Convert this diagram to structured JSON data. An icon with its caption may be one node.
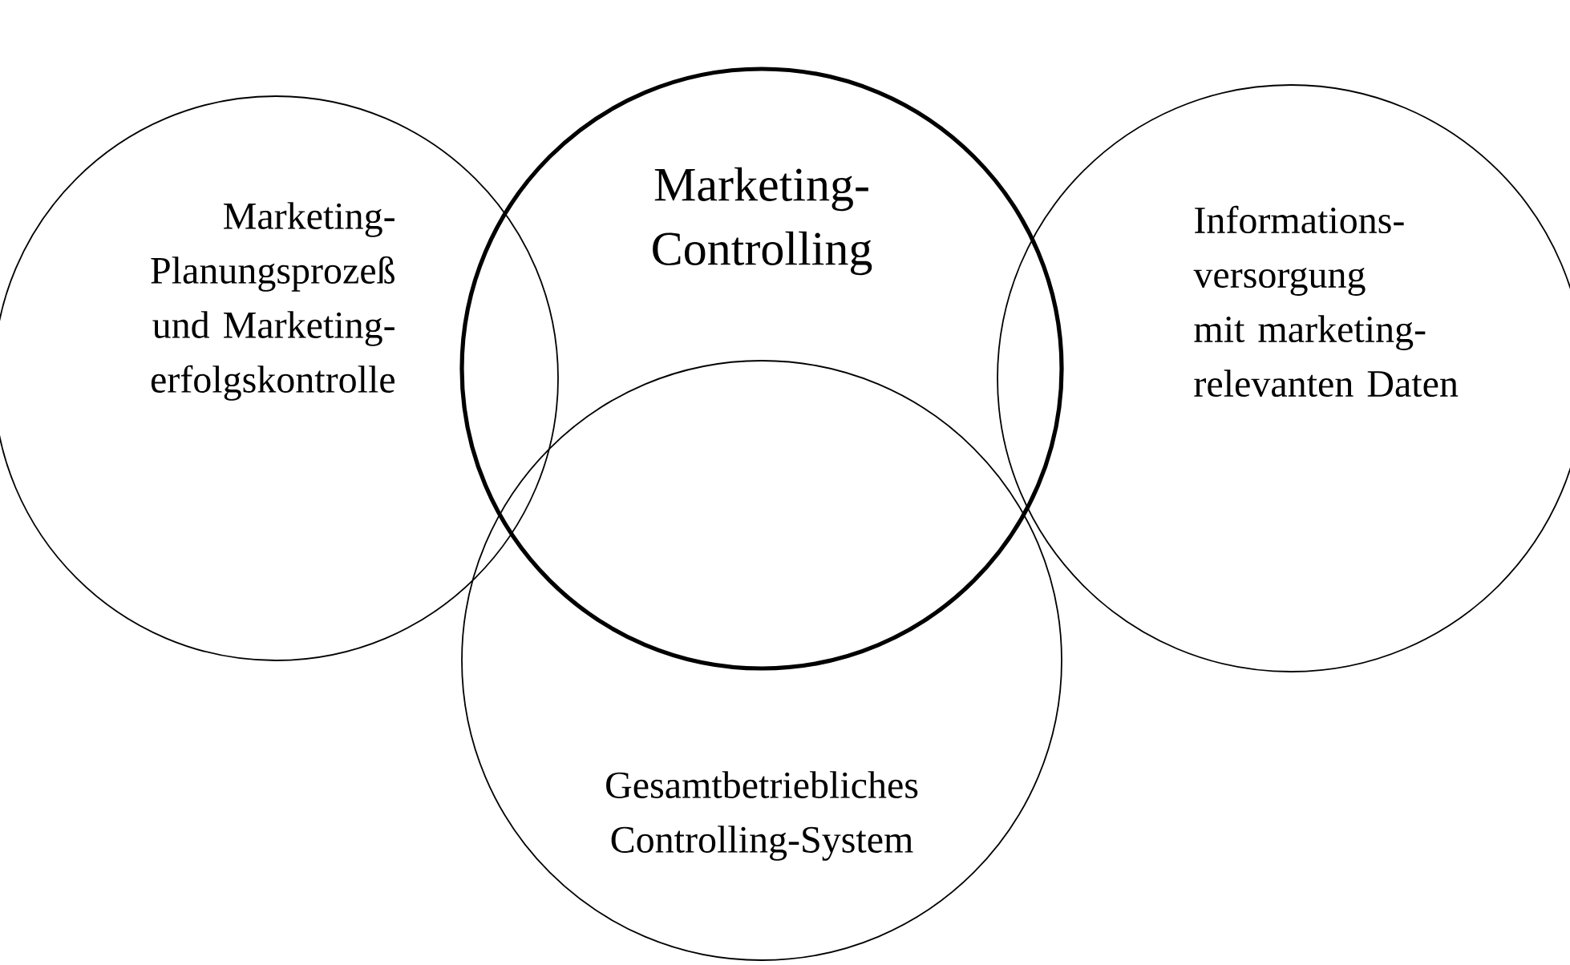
{
  "diagram": {
    "nodes": [
      {
        "text": [
          "Marketing- Planungsprozeß und Marketing- erfolgskontrolle"
        ]
      },
      {
        "text": [
          "Marketing- Controlling"
        ]
      },
      {
        "text": [
          "Informations- versorgung mit marketing- relevanten Daten"
        ]
      },
      {
        "text": [
          "Gesamtbetriebliches Controlling-System"
        ]
      }
    ]
  }
}
